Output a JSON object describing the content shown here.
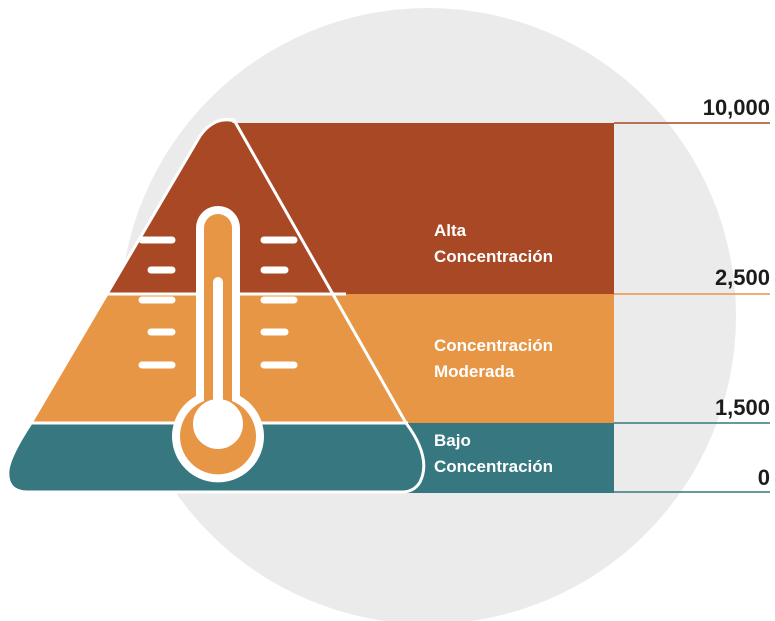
{
  "colors": {
    "background_circle": "#ebebeb",
    "high": "#a84824",
    "moderate": "#e79646",
    "low": "#367780",
    "outline": "#ffffff"
  },
  "bands": [
    {
      "id": "high",
      "line1": "Alta",
      "line2": "Concentración"
    },
    {
      "id": "moderate",
      "line1": "Concentración",
      "line2": "Moderada"
    },
    {
      "id": "low",
      "line1": "Bajo",
      "line2": "Concentración"
    }
  ],
  "scale_labels": [
    "10,000",
    "2,500",
    "1,500",
    "0"
  ],
  "icon": "thermometer-icon"
}
